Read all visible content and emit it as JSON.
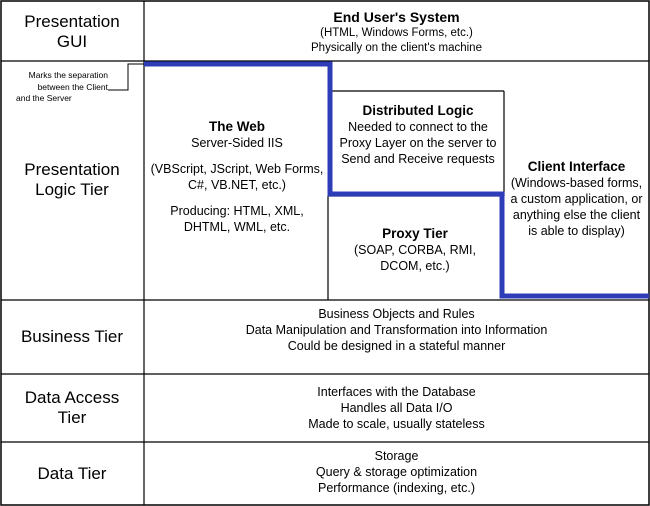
{
  "tiers": {
    "presentation_gui": [
      "Presentation",
      "GUI"
    ],
    "presentation_logic": [
      "Presentation",
      "Logic Tier"
    ],
    "business": [
      "Business Tier"
    ],
    "data_access": [
      "Data Access",
      "Tier"
    ],
    "data": [
      "Data Tier"
    ]
  },
  "end_user": {
    "title": "End User's System",
    "lines": [
      "(HTML, Windows Forms, etc.)",
      "Physically on the client's machine"
    ]
  },
  "separation_note": [
    "Marks the separation",
    "between the Client",
    "and the Server"
  ],
  "the_web": {
    "title": "The Web",
    "lines": [
      "Server-Sided IIS"
    ],
    "tech_lines": [
      "(VBScript, JScript, Web Forms,",
      "C#, VB.NET, etc.)"
    ],
    "produce_lines": [
      "Producing: HTML, XML,",
      "DHTML, WML, etc."
    ]
  },
  "distributed_logic": {
    "title": "Distributed Logic",
    "lines": [
      "Needed to connect to the",
      "Proxy Layer on the server to",
      "Send and Receive requests"
    ]
  },
  "proxy_tier": {
    "title": "Proxy Tier",
    "lines": [
      "(SOAP, CORBA, RMI,",
      "DCOM, etc.)"
    ]
  },
  "client_interface": {
    "title": "Client Interface",
    "lines": [
      "(Windows-based forms,",
      "a custom application, or",
      "anything else the client",
      "is able to display)"
    ]
  },
  "business_desc": [
    "Business Objects and Rules",
    "Data Manipulation and Transformation into Information",
    "Could be designed  in a stateful manner"
  ],
  "data_access_desc": [
    "Interfaces with the Database",
    "Handles all Data I/O",
    "Made to scale, usually stateless"
  ],
  "data_desc": [
    "Storage",
    "Query & storage optimization",
    "Performance (indexing, etc.)"
  ],
  "colors": {
    "separator": "#2e3cb8",
    "border": "#000000"
  }
}
